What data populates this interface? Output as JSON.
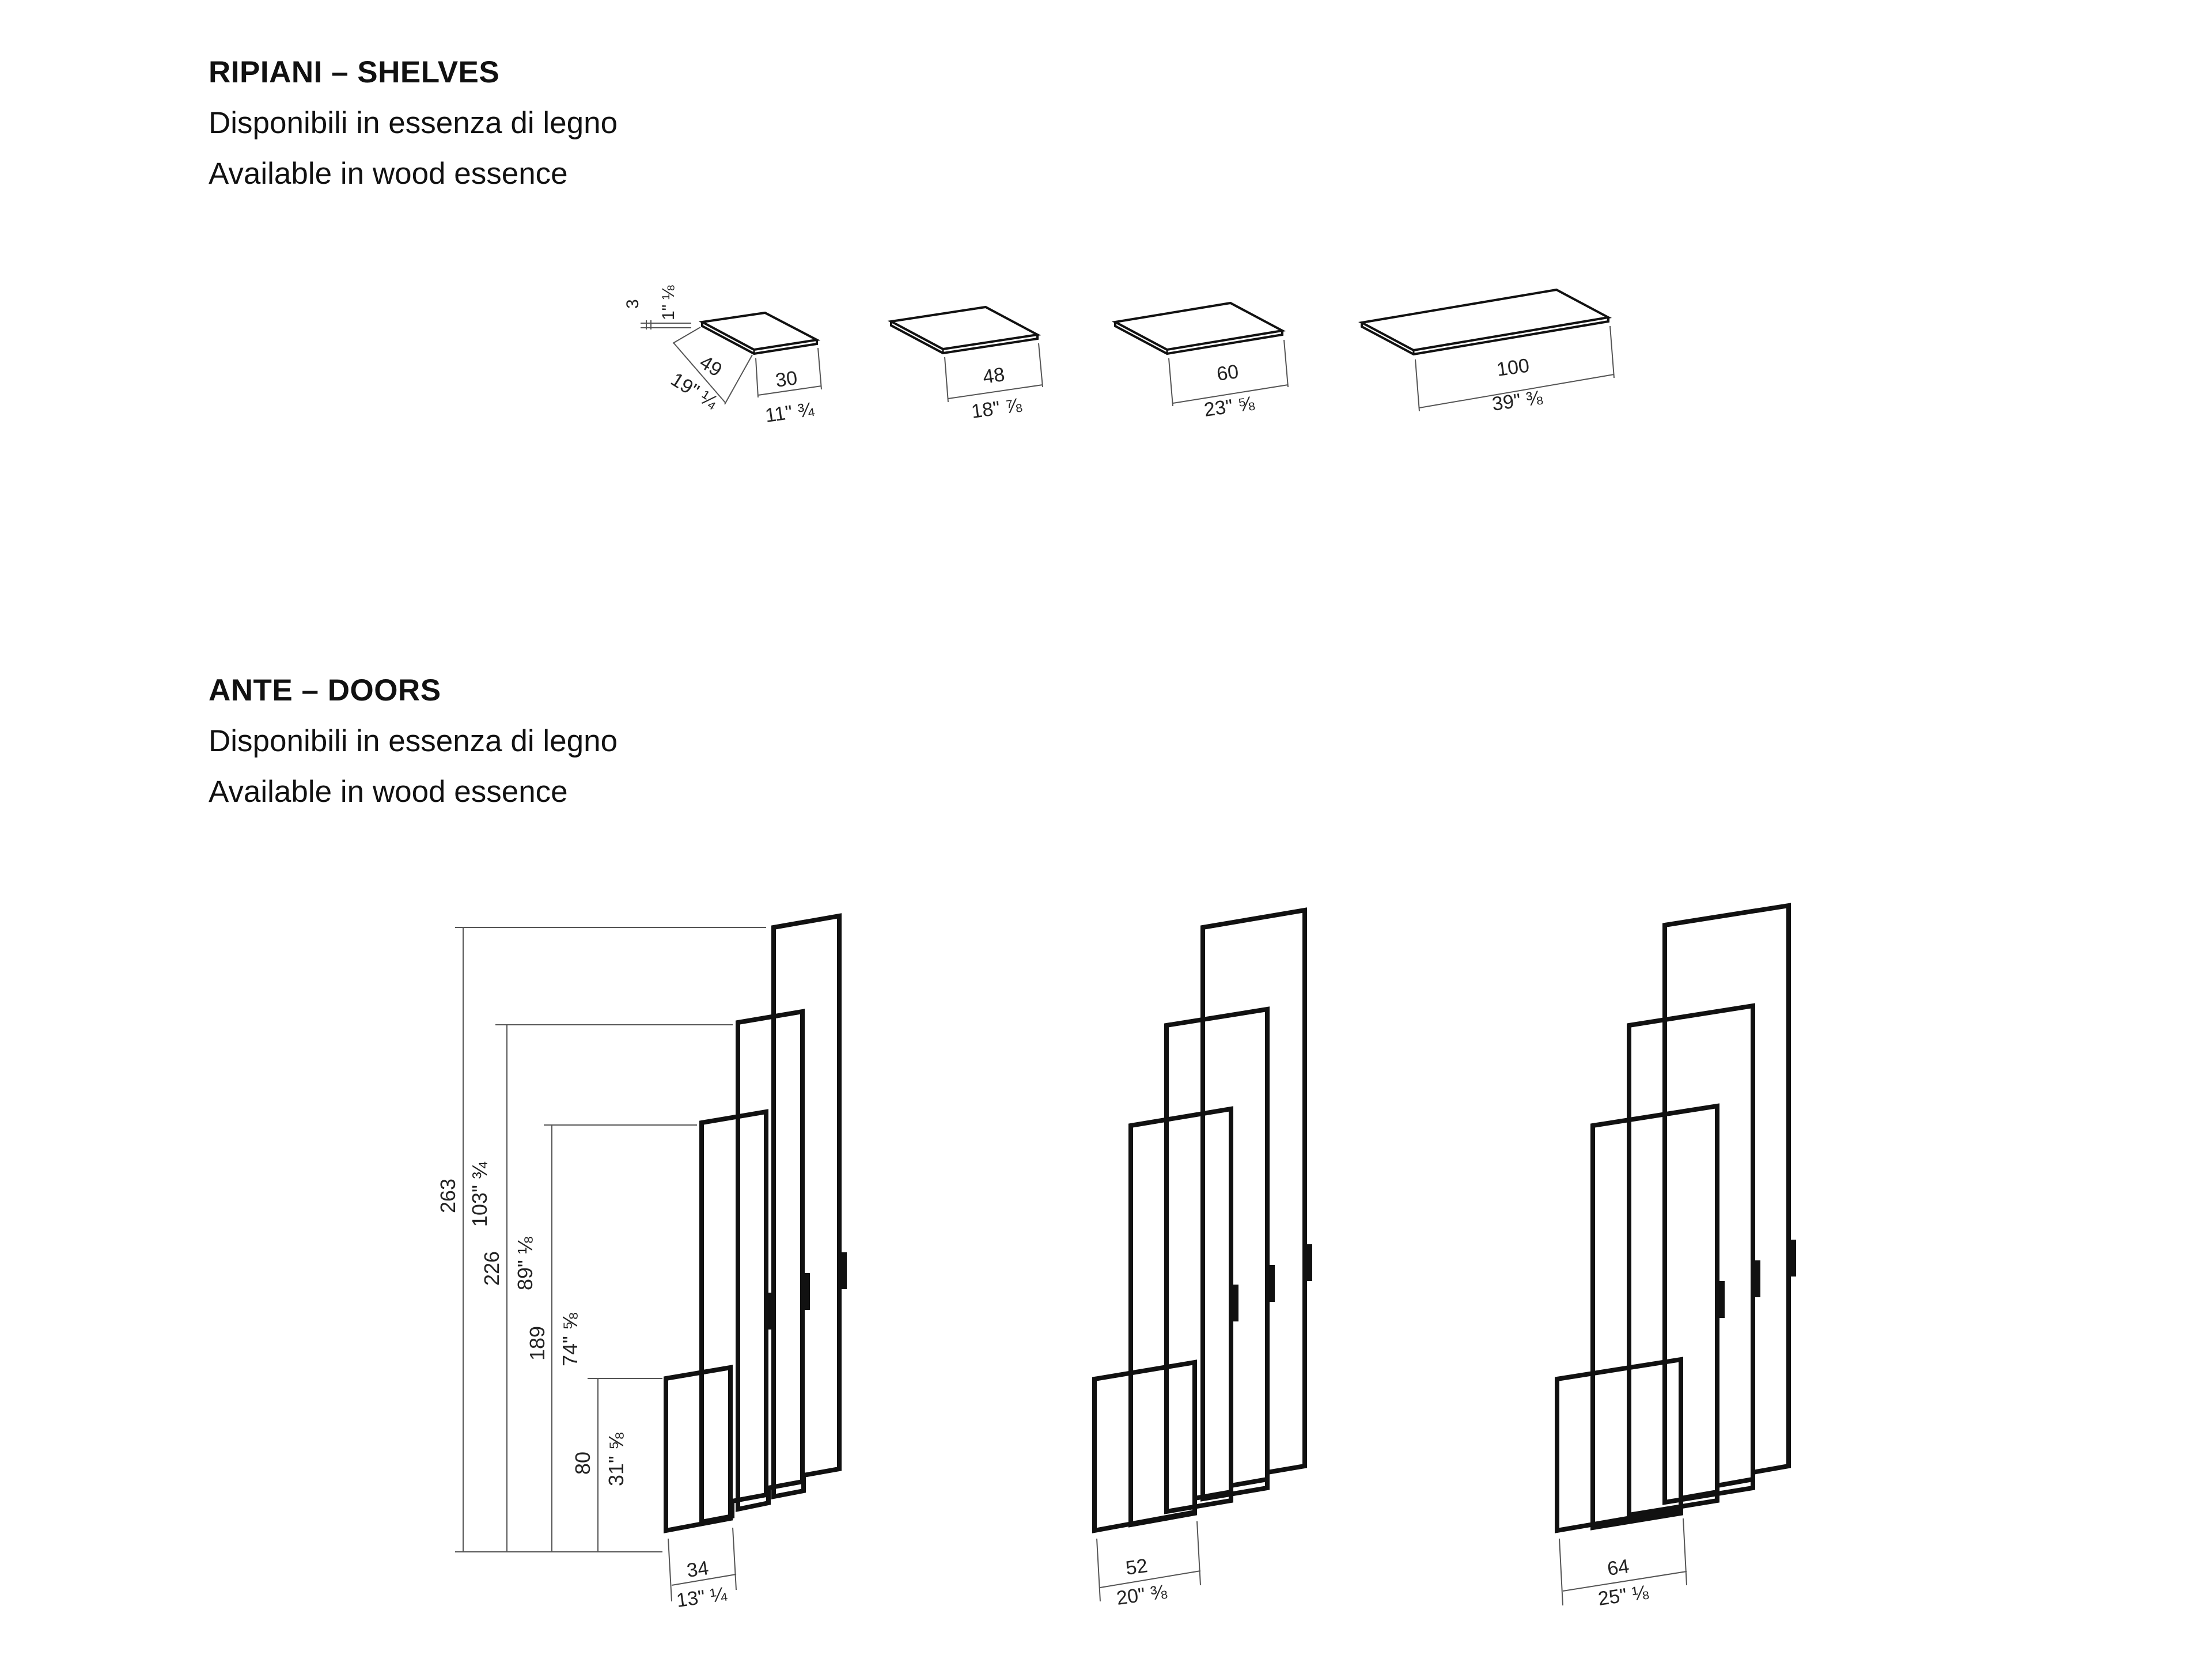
{
  "shelves": {
    "title": "RIPIANI – SHELVES",
    "line_it": "Disponibili in essenza di legno",
    "line_en": "Available in wood essence",
    "thickness": {
      "cm": "3",
      "inch": "1\" ⅛"
    },
    "depth": {
      "cm": "49",
      "inch": "19\" ¼"
    },
    "widths": [
      {
        "cm": "30",
        "inch": "11\" ¾"
      },
      {
        "cm": "48",
        "inch": "18\" ⅞"
      },
      {
        "cm": "60",
        "inch": "23\" ⅝"
      },
      {
        "cm": "100",
        "inch": "39\" ⅜"
      }
    ]
  },
  "doors": {
    "title": "ANTE – DOORS",
    "line_it": "Disponibili in essenza di legno",
    "line_en": "Available in wood essence",
    "heights": [
      {
        "cm": "263",
        "inch": "103\" ¾"
      },
      {
        "cm": "226",
        "inch": "89\" ⅛"
      },
      {
        "cm": "189",
        "inch": "74\" ⅝"
      },
      {
        "cm": "80",
        "inch": "31\" ⅝"
      }
    ],
    "widths": [
      {
        "cm": "34",
        "inch": "13\" ¼"
      },
      {
        "cm": "52",
        "inch": "20\" ⅜"
      },
      {
        "cm": "64",
        "inch": "25\" ⅛"
      }
    ]
  }
}
